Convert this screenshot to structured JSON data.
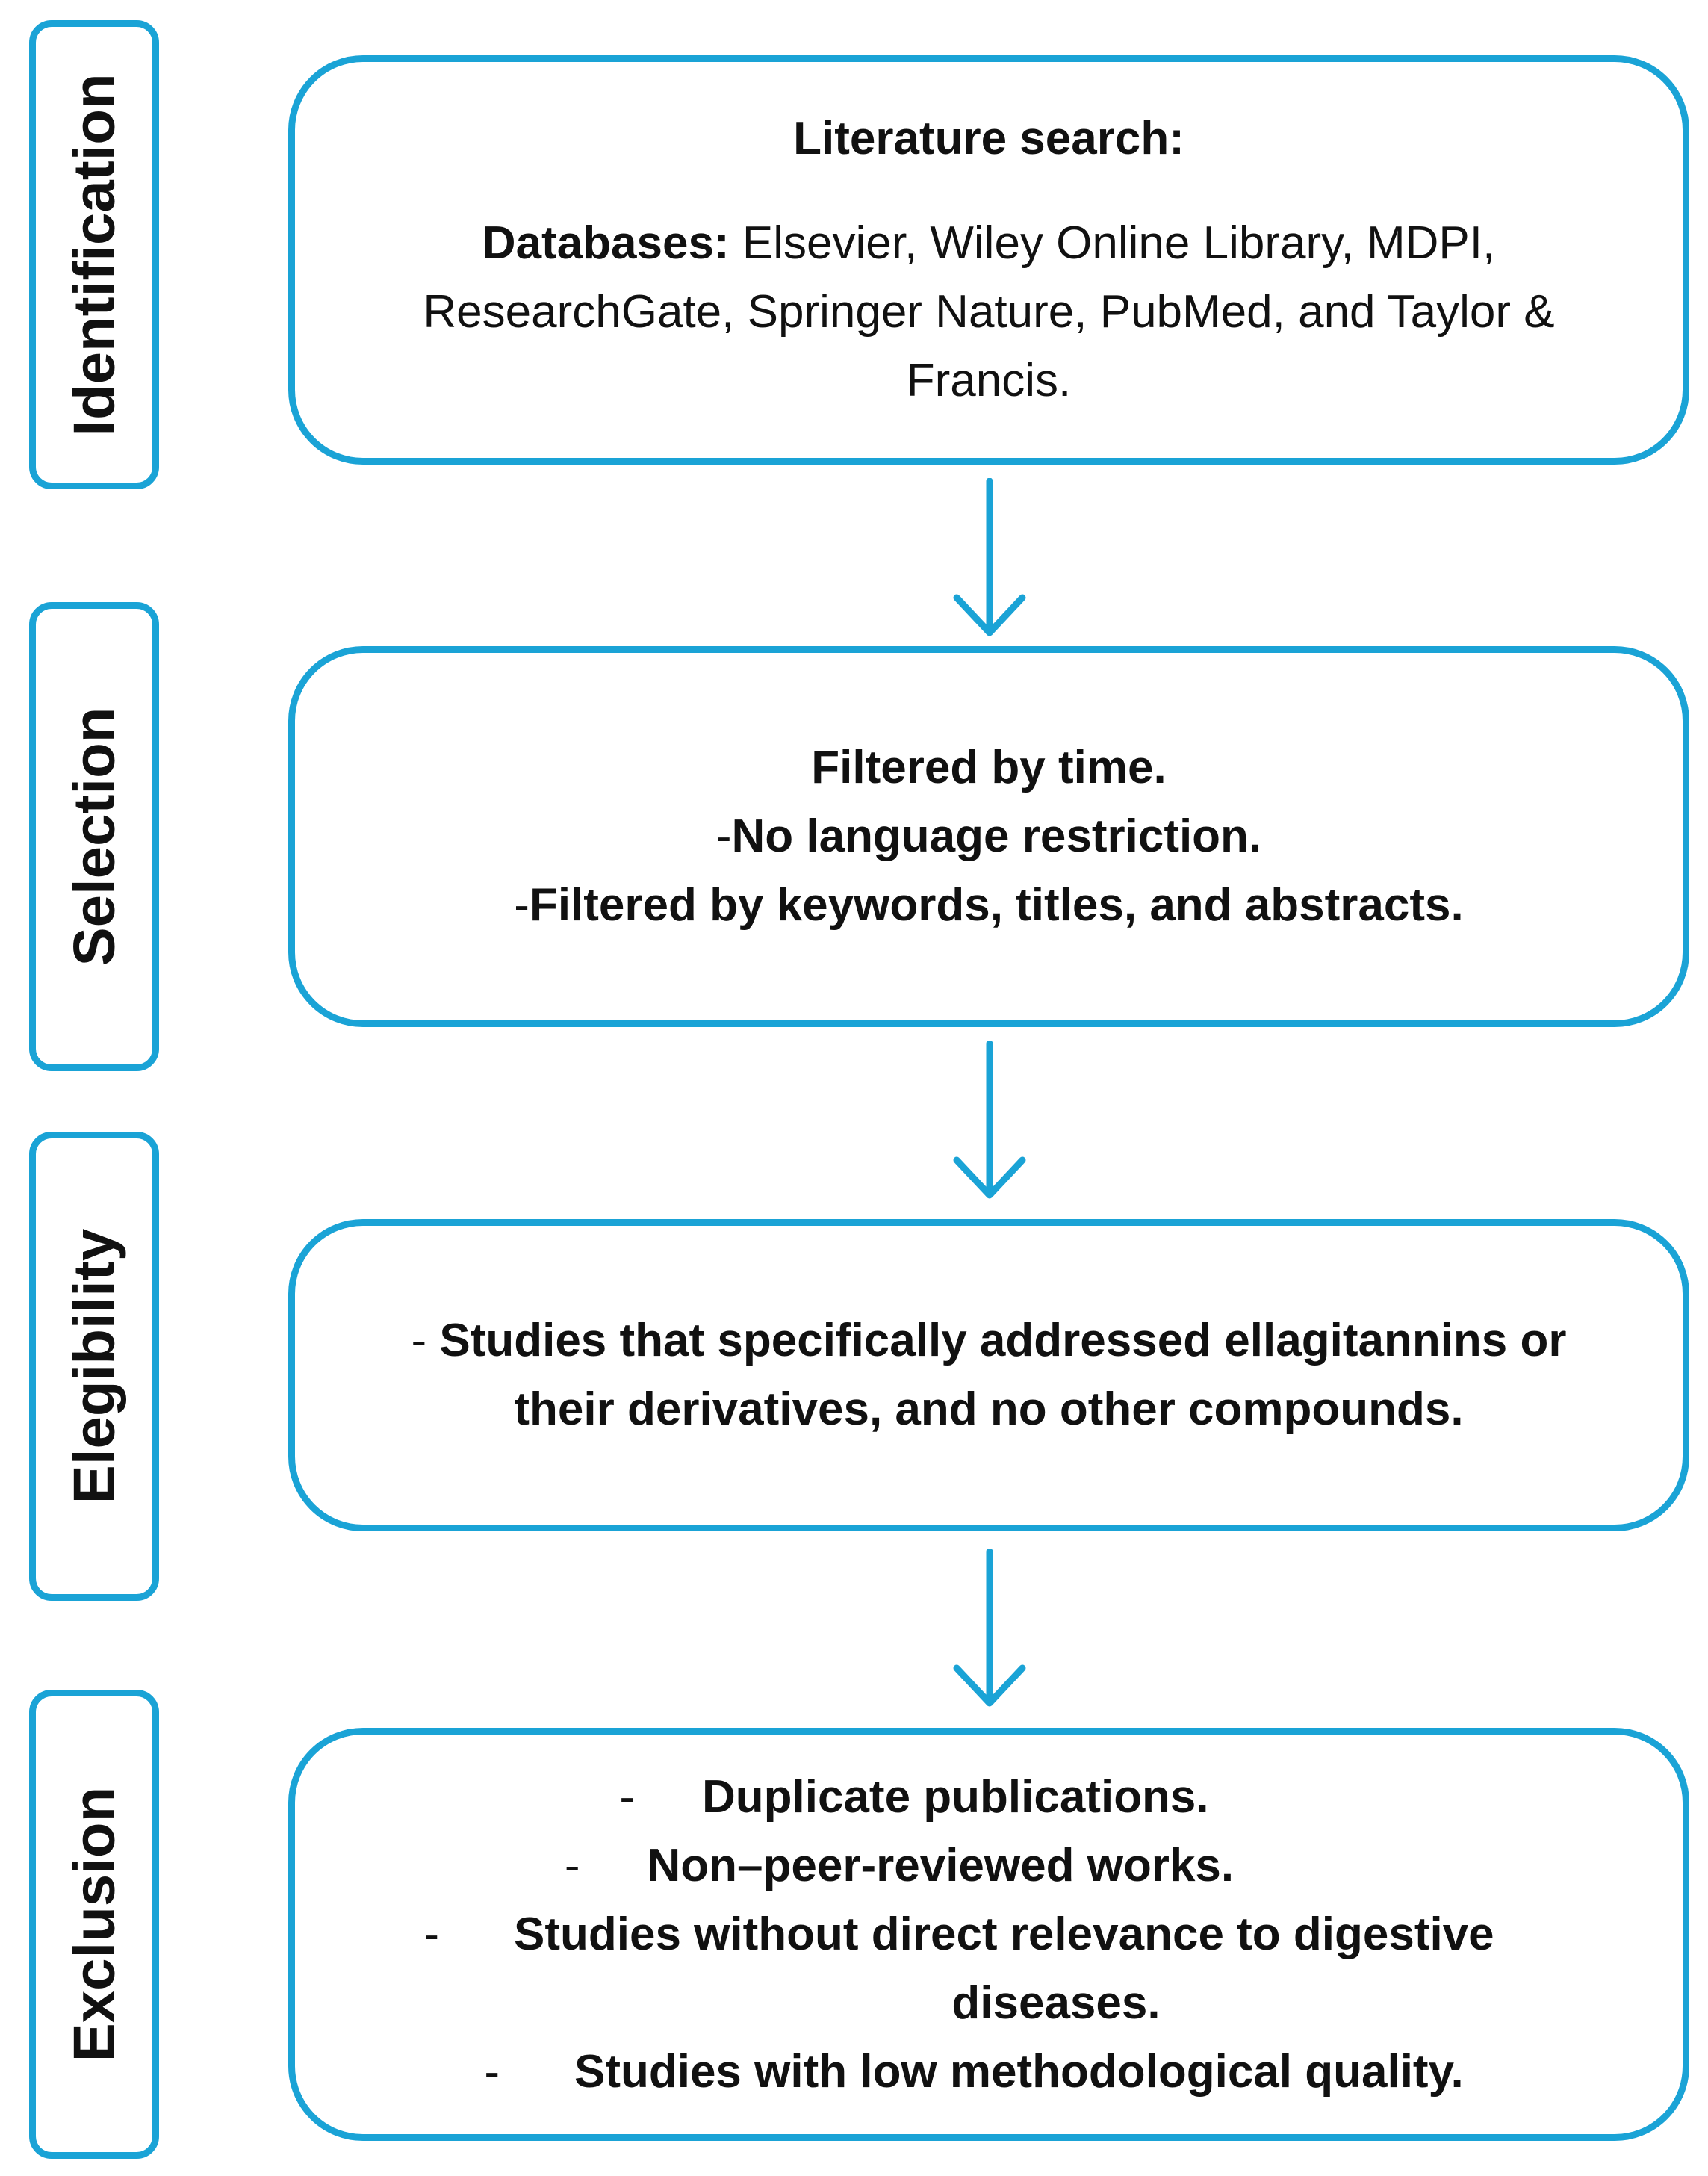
{
  "stages": {
    "identification": "Identification",
    "selection": "Selection",
    "eligibility": "Elegibility",
    "exclusion": "Exclusion"
  },
  "identification_box": {
    "heading": "Literature search:",
    "databases_label": "Databases:",
    "databases_line1": " Elsevier, Wiley Online Library, MDPI,",
    "databases_line2": "ResearchGate, Springer Nature, PubMed, and Taylor &",
    "databases_line3": "Francis."
  },
  "selection_box": {
    "line1": "Filtered by time.",
    "line2_dash": "-",
    "line2": "No language restriction.",
    "line3_dash": "-",
    "line3": "Filtered by keywords, titles, and abstracts."
  },
  "eligibility_box": {
    "line1_dash": "- ",
    "line1": "Studies that specifically addressed ellagitannins or",
    "line2": "their derivatives, and no other compounds."
  },
  "exclusion_box": {
    "dash": "-",
    "items": [
      "Duplicate publications.",
      "Non–peer-reviewed works.",
      "Studies without direct relevance to digestive",
      "diseases.",
      "Studies with low methodological quality."
    ]
  },
  "colors": {
    "accent": "#1aa3d6",
    "text": "#111111"
  }
}
